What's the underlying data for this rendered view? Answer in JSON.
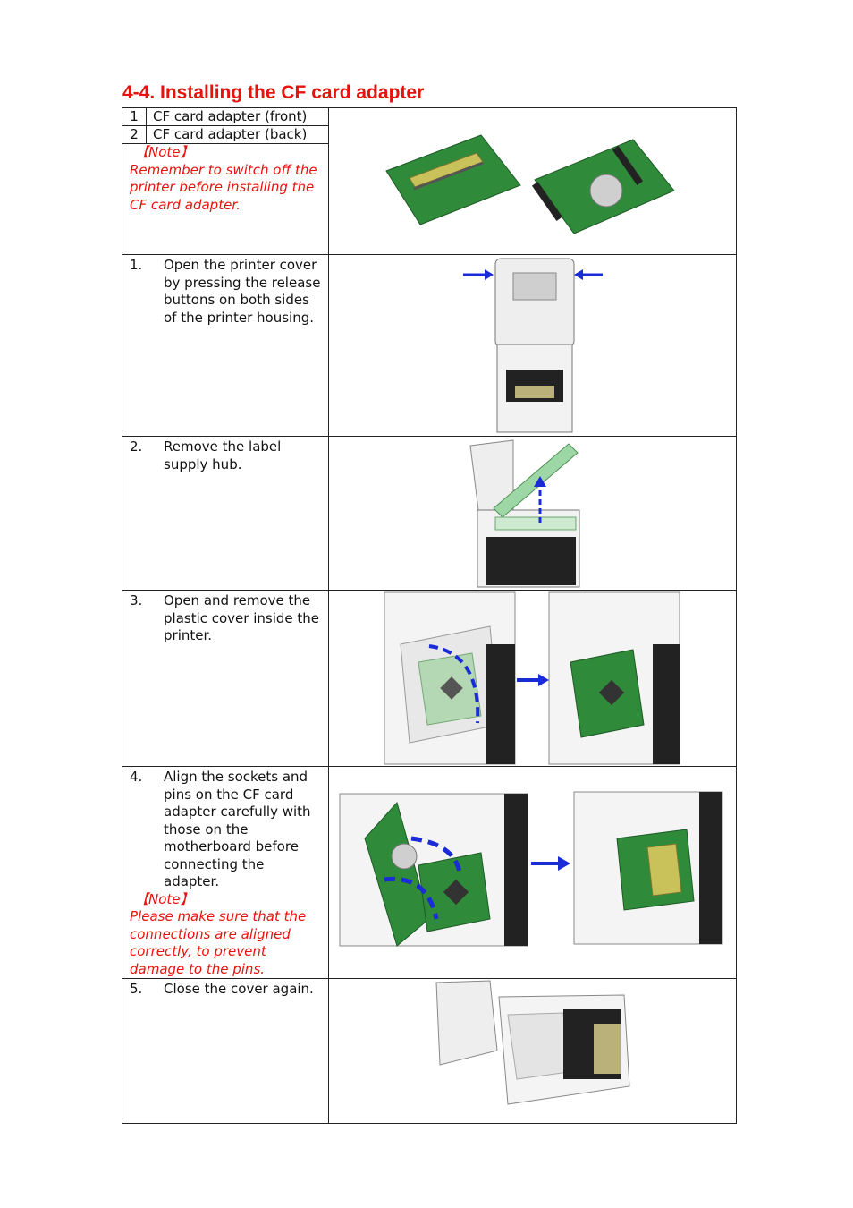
{
  "title": "4-4. Installing the CF card adapter",
  "parts": [
    {
      "num": "1",
      "label": "CF card adapter (front)"
    },
    {
      "num": "2",
      "label": "CF card adapter (back)"
    }
  ],
  "intro_note": {
    "heading": "【Note】",
    "text": "Remember to switch off the printer before installing the CF card adapter."
  },
  "steps": [
    {
      "num": "1.",
      "text": "Open the printer cover by pressing the release buttons on both sides of the printer housing."
    },
    {
      "num": "2.",
      "text": "Remove the label supply hub."
    },
    {
      "num": "3.",
      "text": "Open and remove the plastic cover inside the printer."
    },
    {
      "num": "4.",
      "text": "Align the sockets and pins on the CF card adapter carefully with those on the motherboard before connecting the adapter.",
      "note_heading": "【Note】",
      "note_text": "Please make sure that the connections are aligned correctly, to prevent damage to the pins."
    },
    {
      "num": "5.",
      "text": "Close the cover again."
    }
  ],
  "colors": {
    "title": "#e8120c",
    "note": "#e8120c",
    "arrow": "#1a2cd6",
    "board": "#2f8a3a"
  }
}
